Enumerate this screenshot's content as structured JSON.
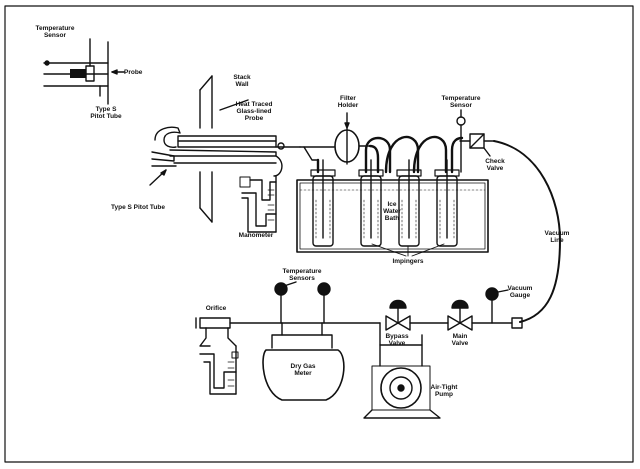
{
  "diagram": {
    "labels": {
      "temp_sensor_probe": "Temperature\nSensor",
      "probe": "Probe",
      "type_s_pitot_small": "Type S\nPitot Tube",
      "stack_wall": "Stack\nWall",
      "heat_traced_probe": "Heat Traced\nGlass-lined\nProbe",
      "filter_holder": "Filter\nHolder",
      "temp_sensor_top": "Temperature\nSensor",
      "check_valve": "Check\nValve",
      "type_s_pitot_main": "Type S Pitot Tube",
      "manometer": "Manometer",
      "ice_water_bath": "Ice\nWater\nBath",
      "vacuum_line": "Vacuum\nLine",
      "impingers": "Impingers",
      "temp_sensors_meter": "Temperature\nSensors",
      "orifice": "Orifice",
      "vacuum_gauge": "Vacuum\nGauge",
      "bypass_valve": "Bypass\nValve",
      "main_valve": "Main\nValve",
      "dry_gas_meter": "Dry Gas\nMeter",
      "air_tight_pump": "Air-Tight\nPump"
    },
    "colors": {
      "line": "#111111",
      "background": "#ffffff",
      "water": "#9a9a9a"
    },
    "icons": [
      "thermometer-dial-icon",
      "valve-icon",
      "pump-icon",
      "gauge-icon"
    ]
  }
}
